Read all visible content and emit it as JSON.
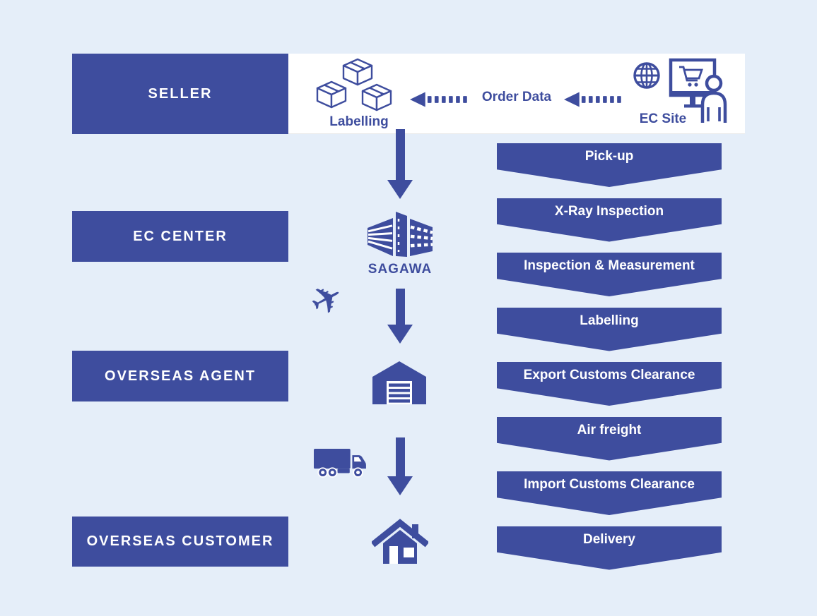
{
  "colors": {
    "primary": "#3E4D9E",
    "background": "#E5EEF9",
    "panel": "#FFFFFF",
    "text_on_primary": "#FFFFFF"
  },
  "actors": {
    "seller": "SELLER",
    "ec_center": "EC CENTER",
    "overseas_agent": "OVERSEAS AGENT",
    "overseas_customer": "OVERSEAS CUSTOMER"
  },
  "seller_panel": {
    "labelling_caption": "Labelling",
    "order_data_label": "Order Data",
    "ec_site_caption": "EC Site"
  },
  "flow": {
    "sagawa_label": "SAGAWA",
    "airplane_glyph": "✈"
  },
  "steps": [
    "Pick-up",
    "X-Ray Inspection",
    "Inspection & Measurement",
    "Labelling",
    "Export Customs Clearance",
    "Air freight",
    "Import Customs Clearance",
    "Delivery"
  ],
  "icon_names": {
    "parcel_boxes": "parcel-boxes-icon",
    "dotted_arrow": "dotted-arrow-left-icon",
    "globe": "globe-icon",
    "ec_site": "monitor-cart-person-icon",
    "down_arrow": "down-arrow-icon",
    "building": "sagawa-building-icon",
    "airplane": "airplane-icon",
    "warehouse": "warehouse-icon",
    "truck": "truck-icon",
    "house": "house-icon"
  }
}
